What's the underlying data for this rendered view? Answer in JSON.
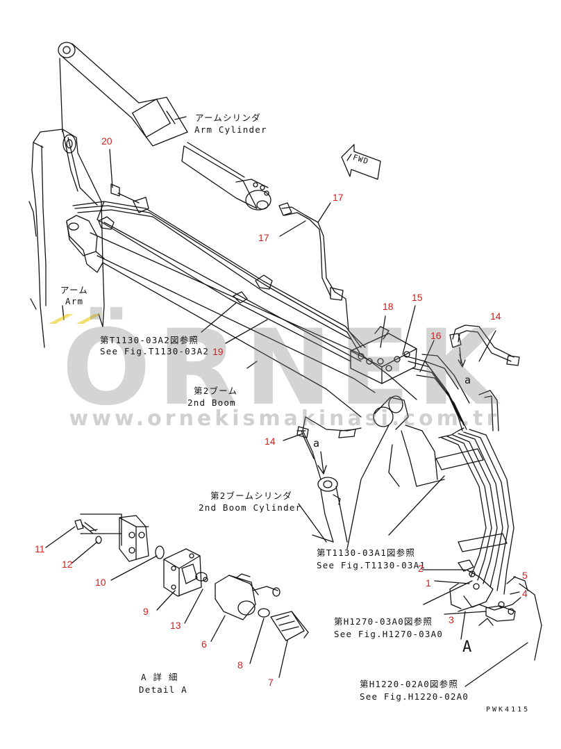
{
  "watermark": {
    "brand": "ÖRNEK",
    "url": "www.ornekismakinasi.com.tr"
  },
  "labels": {
    "arm_cylinder_jp": "アームシリンダ",
    "arm_cylinder_en": "Arm Cylinder",
    "fwd": "FWD",
    "arm_jp": "アーム",
    "arm_en": "Arm",
    "ref_t1130_03a2_jp": "第T1130-03A2図参照",
    "ref_t1130_03a2_en": "See Fig.T1130-03A2",
    "boom2_jp": "第2ブーム",
    "boom2_en": "2nd Boom",
    "boom2_cyl_jp": "第2ブームシリンダ",
    "boom2_cyl_en": "2nd Boom Cylinder",
    "ref_t1130_03a1_jp": "第T1130-03A1図参照",
    "ref_t1130_03a1_en": "See Fig.T1130-03A1",
    "ref_h1270_jp": "第H1270-03A0図参照",
    "ref_h1270_en": "See Fig.H1270-03A0",
    "ref_h1220_jp": "第H1220-02A0図参照",
    "ref_h1220_en": "See Fig.H1220-02A0",
    "detail_jp": "A 詳 細",
    "detail_en": "Detail A",
    "view_a_1": "a",
    "view_a_2": "a",
    "view_big_a": "A",
    "drawing_code": "PWK4115"
  },
  "parts": {
    "p20": "20",
    "p17a": "17",
    "p17b": "17",
    "p18": "18",
    "p15": "15",
    "p14a": "14",
    "p16": "16",
    "p19": "19",
    "p14b": "14",
    "p11": "11",
    "p12": "12",
    "p10": "10",
    "p9": "9",
    "p13": "13",
    "p6": "6",
    "p8": "8",
    "p7": "7",
    "p2": "2",
    "p1": "1",
    "p5": "5",
    "p4": "4",
    "p3": "3"
  },
  "colors": {
    "line": "#111111",
    "callout": "#d0201c",
    "watermark": "#8a8a8a",
    "watermark_accent": "#e8c400"
  }
}
